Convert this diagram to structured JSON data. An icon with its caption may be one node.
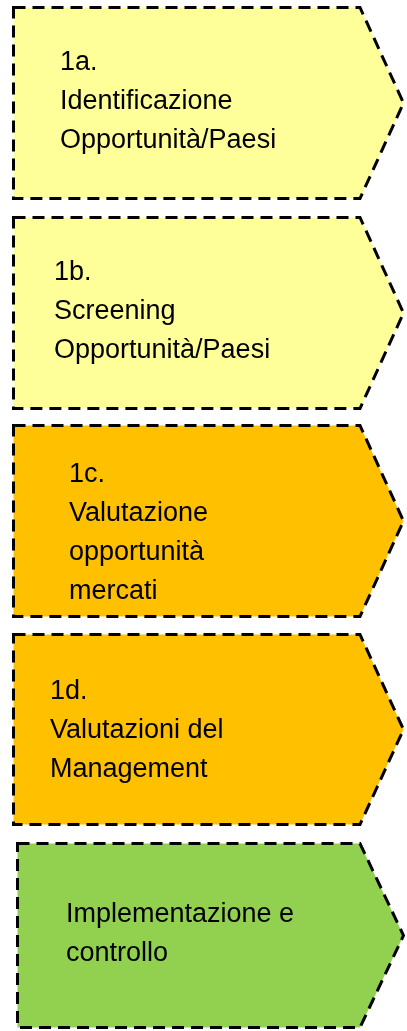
{
  "diagram": {
    "nodes": [
      {
        "text": [
          "1a.",
          "Identificazione Opportunità/Paesi"
        ]
      },
      {
        "text": [
          "1b.",
          "Screening Opportunità/Paesi"
        ]
      },
      {
        "text": [
          "1c.",
          "Valutazione opportunità mercati"
        ]
      },
      {
        "text": [
          "1d.",
          "Valutazioni del Management"
        ]
      },
      {
        "text": [
          "Implementazione e controllo"
        ]
      }
    ],
    "edges": []
  }
}
